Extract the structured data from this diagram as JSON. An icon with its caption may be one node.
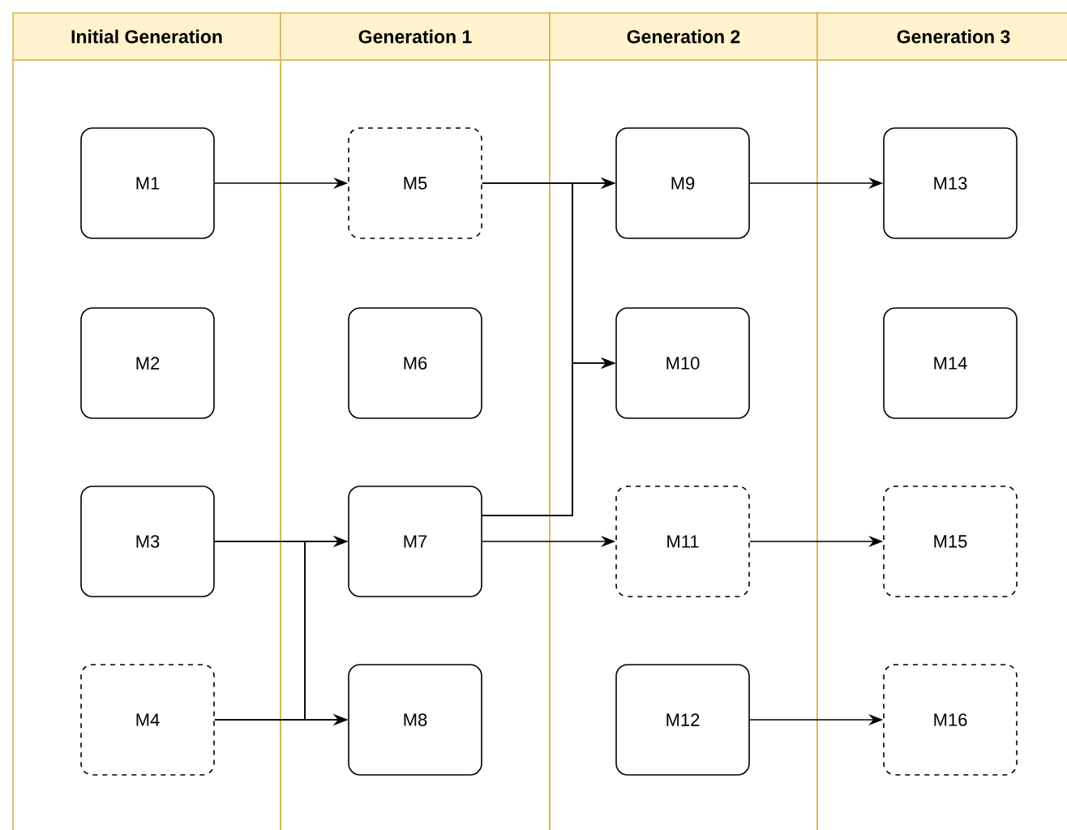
{
  "diagram": {
    "nodes": [
      {
        "text": [
          "Initial Generation"
        ]
      },
      {
        "text": [
          "Generation 1"
        ]
      },
      {
        "text": [
          "Generation 2"
        ]
      },
      {
        "text": [
          "Generation 3"
        ]
      },
      {
        "text": [
          "M1"
        ],
        "in": 0
      },
      {
        "text": [
          "M2"
        ],
        "in": 0
      },
      {
        "text": [
          "M3"
        ],
        "in": 0
      },
      {
        "text": [
          "M4"
        ],
        "in": 0
      },
      {
        "text": [
          "M5"
        ],
        "in": 1
      },
      {
        "text": [
          "M6"
        ],
        "in": 1
      },
      {
        "text": [
          "M7"
        ],
        "in": 1
      },
      {
        "text": [
          "M8"
        ],
        "in": 1
      },
      {
        "text": [
          "M9"
        ],
        "in": 2
      },
      {
        "text": [
          "M10"
        ],
        "in": 2
      },
      {
        "text": [
          "M11"
        ],
        "in": 2
      },
      {
        "text": [
          "M12"
        ],
        "in": 2
      },
      {
        "text": [
          "M13"
        ],
        "in": 3
      },
      {
        "text": [
          "M14"
        ],
        "in": 3
      },
      {
        "text": [
          "M15"
        ],
        "in": 3
      },
      {
        "text": [
          "M16"
        ],
        "in": 3
      }
    ],
    "edges": [
      {
        "from": 4,
        "to": 8,
        "arrow": "to"
      },
      {
        "from": 8,
        "to": 12,
        "arrow": "to"
      },
      {
        "from": 8,
        "to": 13,
        "arrow": "to"
      },
      {
        "from": 10,
        "to": 12,
        "arrow": "to"
      },
      {
        "from": 10,
        "to": 13,
        "arrow": "to"
      },
      {
        "from": 6,
        "to": 10,
        "arrow": "to"
      },
      {
        "from": 6,
        "to": 11,
        "arrow": "to"
      },
      {
        "from": 7,
        "to": 10,
        "arrow": "to"
      },
      {
        "from": 7,
        "to": 11,
        "arrow": "to"
      },
      {
        "from": 10,
        "to": 14,
        "arrow": "to"
      },
      {
        "from": 12,
        "to": 16,
        "arrow": "to"
      },
      {
        "from": 14,
        "to": 18,
        "arrow": "to"
      },
      {
        "from": 15,
        "to": 19,
        "arrow": "to"
      }
    ]
  }
}
